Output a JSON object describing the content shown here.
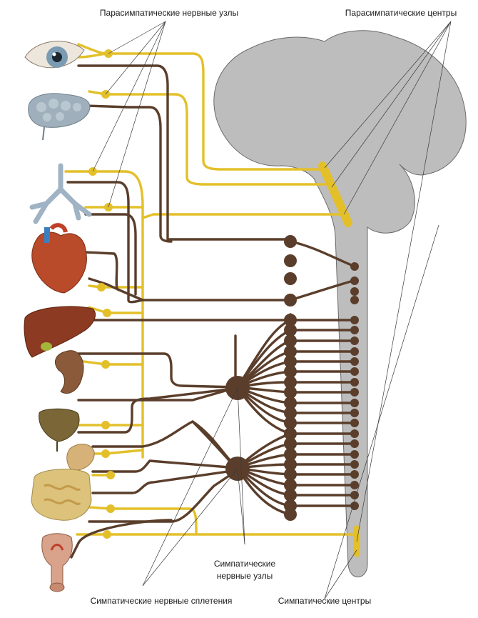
{
  "labels": {
    "parasympathetic_ganglia": "Парасимпатические нервные узлы",
    "parasympathetic_centers": "Парасимпатические центры",
    "sympathetic_ganglia_line1": "Симпатические",
    "sympathetic_ganglia_line2": "нервные узлы",
    "sympathetic_plexuses": "Симпатические нервные сплетения",
    "sympathetic_centers": "Симпатические центры"
  },
  "colors": {
    "parasympathetic": "#e3c02a",
    "sympathetic": "#5a3e2b",
    "cns": "#bdbdbd"
  },
  "organs": [
    "eye",
    "lacrimal-gland",
    "bronchi",
    "heart",
    "liver",
    "kidney",
    "bladder",
    "intestine",
    "reproductive-organs"
  ]
}
